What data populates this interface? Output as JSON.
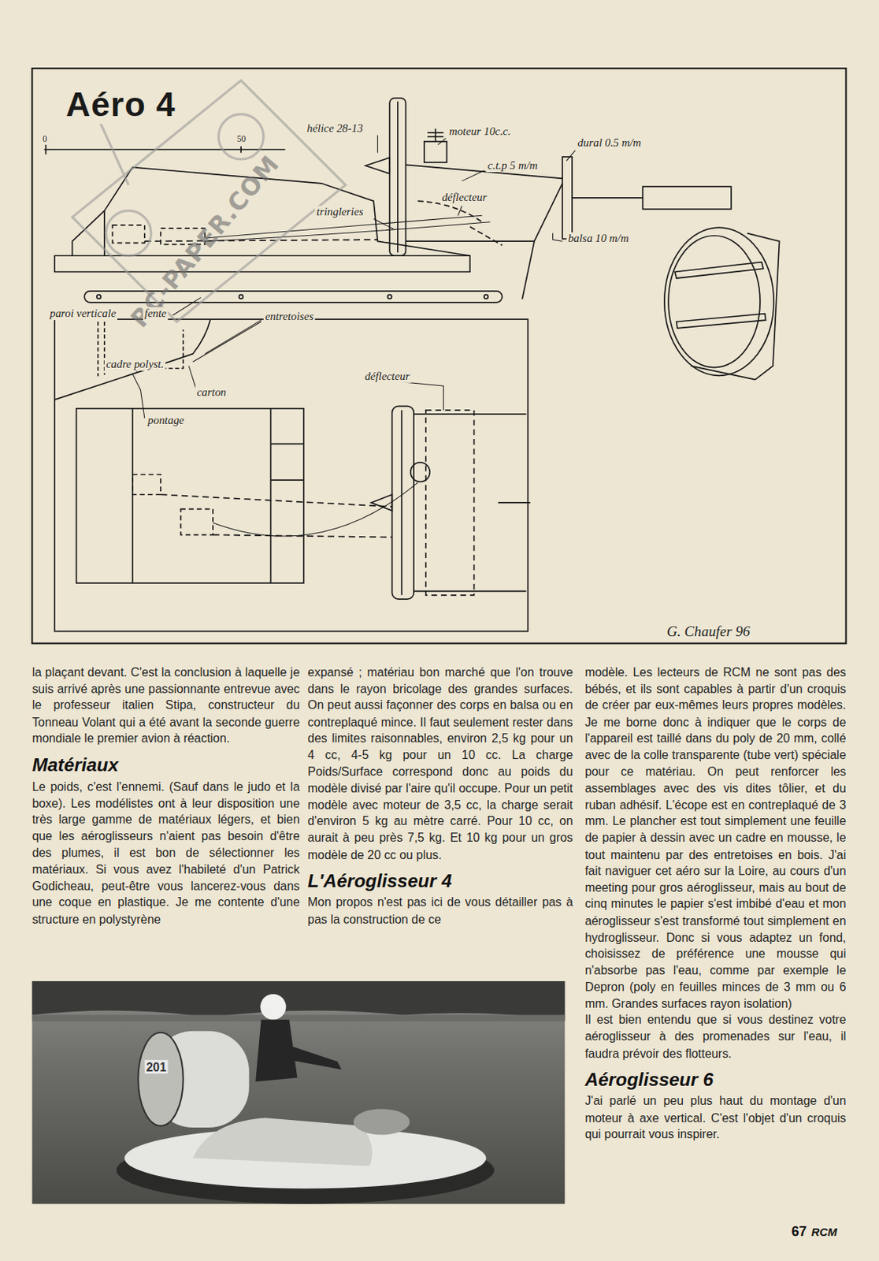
{
  "diagram": {
    "title": "Aéro 4",
    "labels": [
      "RC-PAPER.COM",
      "0",
      "50",
      "hélice 28-13",
      "moteur 10c.c.",
      "dural 0.5 m/m",
      "c.t.p 5 m/m",
      "déflecteur",
      "tringleries",
      "balsa 10 m/m",
      "paroi verticale",
      "fente",
      "entretoises",
      "cadre polyst.",
      "carton",
      "déflecteur",
      "pontage",
      "G. Chaufer 96",
      "la plaçant devant. C'est la conclusion à laquelle je suis arrivé après une passionnante entrevue avec le professeur italien Stipa, constructeur du Tonneau Volant qui a été avant la seconde guerre mondiale le premier avion à réaction.",
      "Matériaux",
      "Le poids, c'est l'ennemi. (Sauf dans le judo et la boxe). Les modélistes ont à leur disposition une très large gamme de matériaux légers, et bien que les aéroglisseurs n'aient pas besoin d'être des plumes, il est bon de sélectionner les matériaux. Si vous avez l'habileté d'un Patrick Godicheau, peut-être vous lancerez-vous dans une coque en plastique. Je me contente d'une structure en polystyrène",
      "expansé ; matériau bon marché que l'on trouve dans le rayon bricolage des grandes surfaces. On peut aussi façonner des corps en balsa ou en contreplaqué mince. Il faut seulement rester dans des limites raisonnables, environ 2,5 kg pour un 4 cc, 4-5 kg pour un 10 cc. La charge Poids/Surface correspond donc au poids du modèle divisé par l'aire qu'il occupe. Pour un petit modèle avec moteur de 3,5 cc, la charge serait d'environ 5 kg au mètre carré. Pour 10 cc, on aurait à peu près 7,5 kg. Et 10 kg pour un gros modèle de 20 cc ou plus.",
      "L'Aéroglisseur 4",
      "Mon propos n'est pas ici de vous détailler pas à pas la construction de ce",
      "modèle. Les lecteurs de RCM ne sont pas des bébés, et ils sont capables à partir d'un croquis de créer par eux-mêmes leurs propres modèles. Je me borne donc à indiquer que le corps de l'appareil est taillé dans du poly de 20 mm, collé avec de la colle transparente (tube vert) spéciale pour ce matériau. On peut renforcer les assemblages avec des vis dites tôlier, et du ruban adhésif. L'écope est en contreplaqué de 3 mm. Le plancher est tout simplement une feuille de papier à dessin avec un cadre en mousse, le tout maintenu par des entretoises en bois. J'ai fait naviguer cet aéro sur la Loire, au cours d'un meeting pour gros aéroglisseur, mais au bout de cinq minutes le papier s'est imbibé d'eau et mon aéroglisseur s'est transformé tout simplement en hydroglisseur. Donc si vous adaptez un fond, choisissez de préférence une mousse qui n'absorbe pas l'eau, comme par exemple le Depron (poly en feuilles minces de 3 mm ou 6 mm. Grandes surfaces rayon isolation)",
      "Il est bien entendu que si vous destinez votre aéroglisseur à des promenades sur l'eau, il faudra prévoir des flotteurs.",
      "Aéroglisseur 6",
      "J'ai parlé un peu plus haut du montage d'un moteur à axe vertical. C'est l'objet d'un croquis qui pourrait vous inspirer.",
      "201",
      "67",
      "RCM"
    ]
  }
}
